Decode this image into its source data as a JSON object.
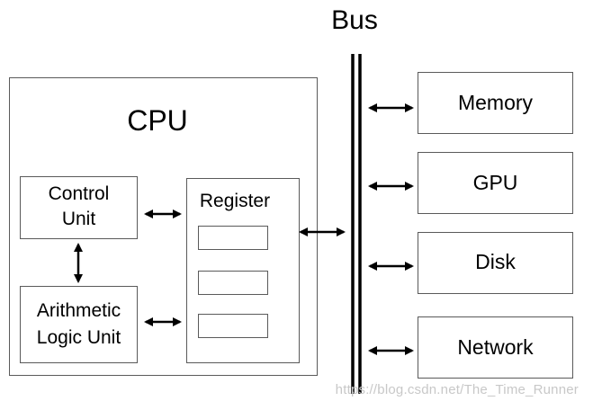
{
  "diagram": {
    "bus": {
      "label": "Bus"
    },
    "cpu": {
      "label": "CPU",
      "control_unit": {
        "line1": "Control",
        "line2": "Unit"
      },
      "alu": {
        "line1": "Arithmetic",
        "line2": "Logic Unit"
      },
      "register": {
        "label": "Register"
      }
    },
    "devices": [
      "Memory",
      "GPU",
      "Disk",
      "Network"
    ]
  },
  "watermark": "https://blog.csdn.net/The_Time_Runner",
  "colors": {
    "stroke": "#000000",
    "box_border": "#5a5a5a",
    "watermark": "#c8c8c8"
  }
}
